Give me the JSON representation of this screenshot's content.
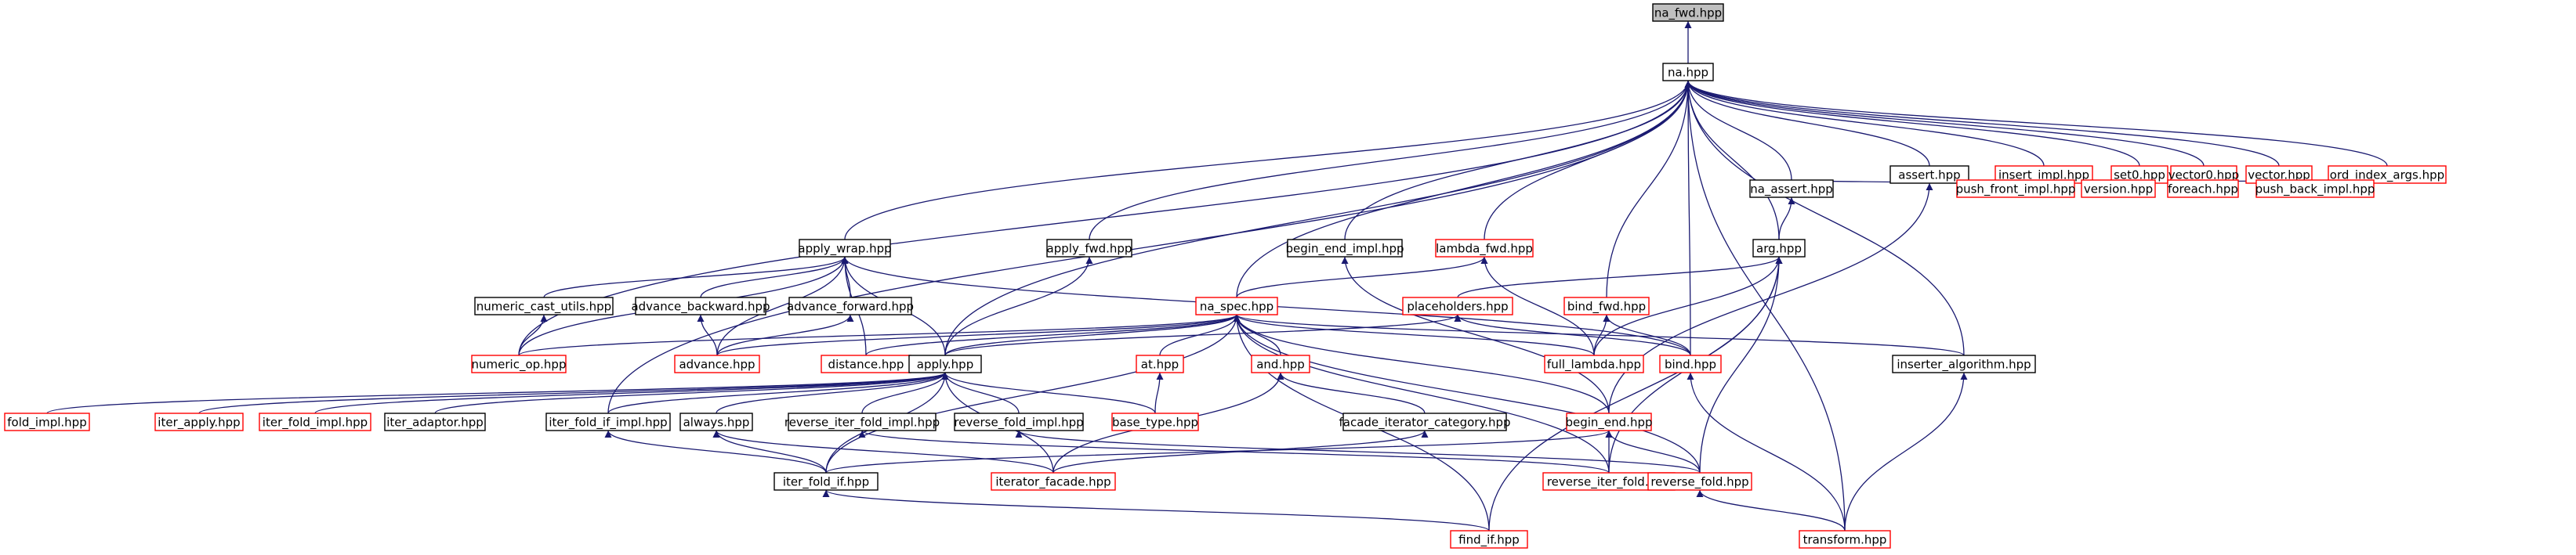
{
  "theme": {
    "edge_color": "#191970",
    "normal_border": "#000000",
    "missing_border": "#ff0000",
    "root_fill": "#bfbfbf",
    "node_fill": "#ffffff",
    "text_color": "#000000"
  },
  "nodes": [
    {
      "id": "na_fwd",
      "label": "na_fwd.hpp",
      "kind": "root"
    },
    {
      "id": "na",
      "label": "na.hpp",
      "kind": "normal"
    },
    {
      "id": "assert",
      "label": "assert.hpp",
      "kind": "normal"
    },
    {
      "id": "insert_impl",
      "label": "insert_impl.hpp",
      "kind": "missing"
    },
    {
      "id": "set0",
      "label": "set0.hpp",
      "kind": "missing"
    },
    {
      "id": "vector0",
      "label": "vector0.hpp",
      "kind": "missing"
    },
    {
      "id": "vector",
      "label": "vector.hpp",
      "kind": "missing"
    },
    {
      "id": "ord_index_args",
      "label": "ord_index_args.hpp",
      "kind": "missing"
    },
    {
      "id": "na_assert",
      "label": "na_assert.hpp",
      "kind": "normal"
    },
    {
      "id": "push_front_impl",
      "label": "push_front_impl.hpp",
      "kind": "missing"
    },
    {
      "id": "version",
      "label": "version.hpp",
      "kind": "missing"
    },
    {
      "id": "foreach",
      "label": "foreach.hpp",
      "kind": "missing"
    },
    {
      "id": "push_back_impl",
      "label": "push_back_impl.hpp",
      "kind": "missing"
    },
    {
      "id": "apply_wrap",
      "label": "apply_wrap.hpp",
      "kind": "normal"
    },
    {
      "id": "apply_fwd",
      "label": "apply_fwd.hpp",
      "kind": "normal"
    },
    {
      "id": "begin_end_impl",
      "label": "begin_end_impl.hpp",
      "kind": "normal"
    },
    {
      "id": "lambda_fwd",
      "label": "lambda_fwd.hpp",
      "kind": "missing"
    },
    {
      "id": "arg",
      "label": "arg.hpp",
      "kind": "normal"
    },
    {
      "id": "numeric_cast_utils",
      "label": "numeric_cast_utils.hpp",
      "kind": "normal"
    },
    {
      "id": "advance_backward",
      "label": "advance_backward.hpp",
      "kind": "normal"
    },
    {
      "id": "advance_forward",
      "label": "advance_forward.hpp",
      "kind": "normal"
    },
    {
      "id": "na_spec",
      "label": "na_spec.hpp",
      "kind": "missing"
    },
    {
      "id": "placeholders",
      "label": "placeholders.hpp",
      "kind": "missing"
    },
    {
      "id": "bind_fwd",
      "label": "bind_fwd.hpp",
      "kind": "missing"
    },
    {
      "id": "numeric_op",
      "label": "numeric_op.hpp",
      "kind": "missing"
    },
    {
      "id": "advance",
      "label": "advance.hpp",
      "kind": "missing"
    },
    {
      "id": "distance",
      "label": "distance.hpp",
      "kind": "missing"
    },
    {
      "id": "apply",
      "label": "apply.hpp",
      "kind": "normal"
    },
    {
      "id": "full_lambda",
      "label": "full_lambda.hpp",
      "kind": "missing"
    },
    {
      "id": "bind",
      "label": "bind.hpp",
      "kind": "missing"
    },
    {
      "id": "inserter_algorithm",
      "label": "inserter_algorithm.hpp",
      "kind": "normal"
    },
    {
      "id": "at",
      "label": "at.hpp",
      "kind": "missing"
    },
    {
      "id": "and",
      "label": "and.hpp",
      "kind": "missing"
    },
    {
      "id": "fold_impl",
      "label": "fold_impl.hpp",
      "kind": "missing"
    },
    {
      "id": "iter_apply",
      "label": "iter_apply.hpp",
      "kind": "missing"
    },
    {
      "id": "iter_fold_impl",
      "label": "iter_fold_impl.hpp",
      "kind": "missing"
    },
    {
      "id": "iter_adaptor",
      "label": "iter_adaptor.hpp",
      "kind": "normal"
    },
    {
      "id": "iter_fold_if_impl",
      "label": "iter_fold_if_impl.hpp",
      "kind": "normal"
    },
    {
      "id": "always",
      "label": "always.hpp",
      "kind": "normal"
    },
    {
      "id": "reverse_iter_fold_impl",
      "label": "reverse_iter_fold_impl.hpp",
      "kind": "normal"
    },
    {
      "id": "reverse_fold_impl",
      "label": "reverse_fold_impl.hpp",
      "kind": "normal"
    },
    {
      "id": "base_type",
      "label": "base_type.hpp",
      "kind": "missing"
    },
    {
      "id": "facade_iterator_category",
      "label": "facade_iterator_category.hpp",
      "kind": "normal"
    },
    {
      "id": "begin_end",
      "label": "begin_end.hpp",
      "kind": "missing"
    },
    {
      "id": "iter_fold_if",
      "label": "iter_fold_if.hpp",
      "kind": "normal"
    },
    {
      "id": "iterator_facade",
      "label": "iterator_facade.hpp",
      "kind": "missing"
    },
    {
      "id": "reverse_iter_fold",
      "label": "reverse_iter_fold.hpp",
      "kind": "missing"
    },
    {
      "id": "reverse_fold",
      "label": "reverse_fold.hpp",
      "kind": "missing"
    },
    {
      "id": "find_if",
      "label": "find_if.hpp",
      "kind": "missing"
    },
    {
      "id": "transform",
      "label": "transform.hpp",
      "kind": "missing"
    }
  ],
  "edges": [
    [
      "na",
      "na_fwd"
    ],
    [
      "assert",
      "na"
    ],
    [
      "insert_impl",
      "na"
    ],
    [
      "set0",
      "na"
    ],
    [
      "vector0",
      "na"
    ],
    [
      "vector",
      "na"
    ],
    [
      "ord_index_args",
      "na"
    ],
    [
      "na_assert",
      "na"
    ],
    [
      "apply_wrap",
      "na"
    ],
    [
      "apply_fwd",
      "na"
    ],
    [
      "begin_end_impl",
      "na"
    ],
    [
      "lambda_fwd",
      "na"
    ],
    [
      "arg",
      "na"
    ],
    [
      "na_spec",
      "na"
    ],
    [
      "bind_fwd",
      "na"
    ],
    [
      "bind",
      "na"
    ],
    [
      "numeric_op",
      "na"
    ],
    [
      "apply",
      "na"
    ],
    [
      "inserter_algorithm",
      "na"
    ],
    [
      "iter_fold_if_impl",
      "na"
    ],
    [
      "transform",
      "na"
    ],
    [
      "na_assert",
      "assert"
    ],
    [
      "push_front_impl",
      "assert"
    ],
    [
      "version",
      "assert"
    ],
    [
      "foreach",
      "assert"
    ],
    [
      "push_back_impl",
      "assert"
    ],
    [
      "begin_end",
      "assert"
    ],
    [
      "arg",
      "na_assert"
    ],
    [
      "numeric_cast_utils",
      "apply_wrap"
    ],
    [
      "advance_backward",
      "apply_wrap"
    ],
    [
      "advance_forward",
      "apply_wrap"
    ],
    [
      "numeric_op",
      "apply_wrap"
    ],
    [
      "advance",
      "apply_wrap"
    ],
    [
      "distance",
      "apply_wrap"
    ],
    [
      "apply",
      "apply_wrap"
    ],
    [
      "bind",
      "apply_wrap"
    ],
    [
      "apply",
      "apply_fwd"
    ],
    [
      "begin_end",
      "begin_end_impl"
    ],
    [
      "na_spec",
      "lambda_fwd"
    ],
    [
      "full_lambda",
      "lambda_fwd"
    ],
    [
      "placeholders",
      "arg"
    ],
    [
      "full_lambda",
      "arg"
    ],
    [
      "reverse_iter_fold",
      "arg"
    ],
    [
      "reverse_fold",
      "arg"
    ],
    [
      "find_if",
      "arg"
    ],
    [
      "numeric_op",
      "numeric_cast_utils"
    ],
    [
      "advance",
      "advance_backward"
    ],
    [
      "advance",
      "advance_forward"
    ],
    [
      "numeric_op",
      "na_spec"
    ],
    [
      "advance",
      "na_spec"
    ],
    [
      "distance",
      "na_spec"
    ],
    [
      "apply",
      "na_spec"
    ],
    [
      "at",
      "na_spec"
    ],
    [
      "and",
      "na_spec"
    ],
    [
      "full_lambda",
      "na_spec"
    ],
    [
      "inserter_algorithm",
      "na_spec"
    ],
    [
      "begin_end",
      "na_spec"
    ],
    [
      "iter_fold_if",
      "na_spec"
    ],
    [
      "reverse_iter_fold",
      "na_spec"
    ],
    [
      "reverse_fold",
      "na_spec"
    ],
    [
      "find_if",
      "na_spec"
    ],
    [
      "apply",
      "placeholders"
    ],
    [
      "bind",
      "placeholders"
    ],
    [
      "full_lambda",
      "bind_fwd"
    ],
    [
      "bind",
      "bind_fwd"
    ],
    [
      "fold_impl",
      "apply"
    ],
    [
      "iter_apply",
      "apply"
    ],
    [
      "iter_fold_impl",
      "apply"
    ],
    [
      "iter_adaptor",
      "apply"
    ],
    [
      "iter_fold_if_impl",
      "apply"
    ],
    [
      "always",
      "apply"
    ],
    [
      "reverse_iter_fold_impl",
      "apply"
    ],
    [
      "reverse_fold_impl",
      "apply"
    ],
    [
      "base_type",
      "apply"
    ],
    [
      "iter_fold_if",
      "apply"
    ],
    [
      "iterator_facade",
      "apply"
    ],
    [
      "transform",
      "bind"
    ],
    [
      "transform",
      "inserter_algorithm"
    ],
    [
      "base_type",
      "at"
    ],
    [
      "facade_iterator_category",
      "and"
    ],
    [
      "iterator_facade",
      "and"
    ],
    [
      "iter_fold_if",
      "iter_fold_if_impl"
    ],
    [
      "iter_fold_if",
      "always"
    ],
    [
      "iterator_facade",
      "always"
    ],
    [
      "reverse_iter_fold",
      "reverse_iter_fold_impl"
    ],
    [
      "reverse_fold",
      "reverse_fold_impl"
    ],
    [
      "iterator_facade",
      "facade_iterator_category"
    ],
    [
      "iter_fold_if",
      "begin_end"
    ],
    [
      "reverse_iter_fold",
      "begin_end"
    ],
    [
      "reverse_fold",
      "begin_end"
    ],
    [
      "find_if",
      "iter_fold_if"
    ],
    [
      "transform",
      "reverse_fold"
    ]
  ]
}
